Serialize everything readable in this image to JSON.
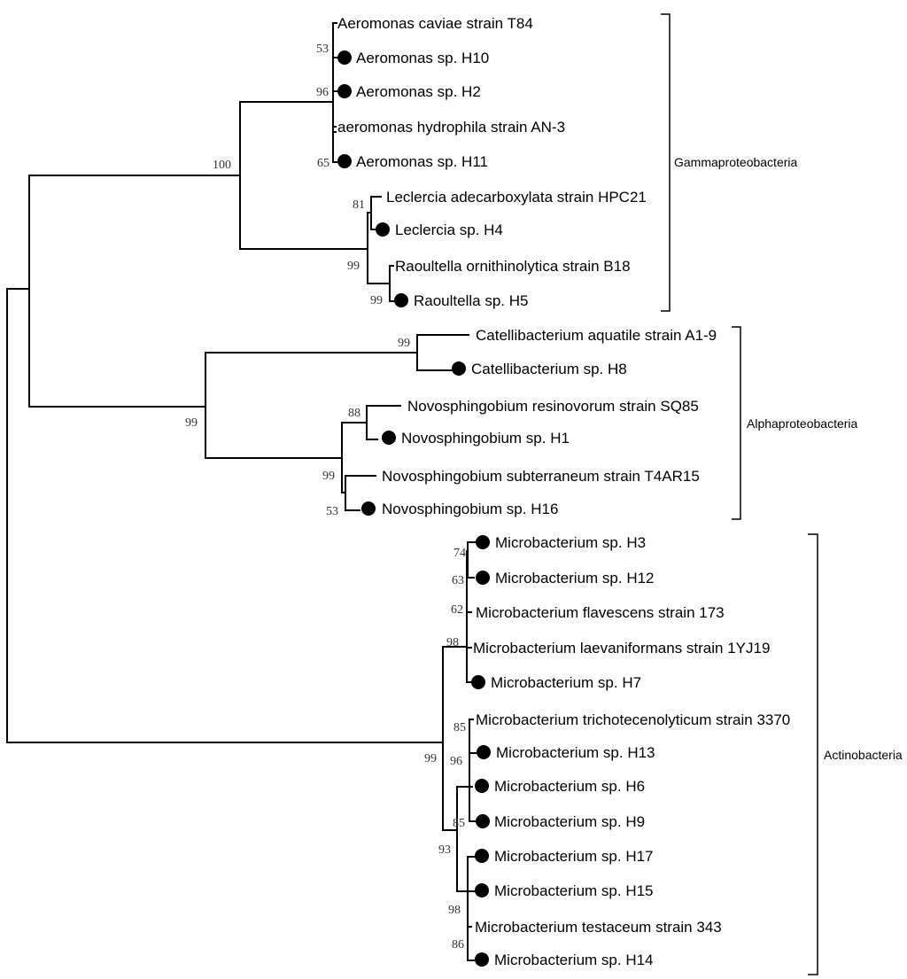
{
  "leaves": [
    {
      "id": "L1",
      "label": "Aeromonas caviae strain T84",
      "isolate": false
    },
    {
      "id": "L2",
      "label": "Aeromonas sp. H10",
      "isolate": true
    },
    {
      "id": "L3",
      "label": "Aeromonas sp. H2",
      "isolate": true
    },
    {
      "id": "L4",
      "label": "aeromonas hydrophila strain AN-3",
      "isolate": false
    },
    {
      "id": "L5",
      "label": "Aeromonas sp. H11",
      "isolate": true
    },
    {
      "id": "L6",
      "label": "Leclercia adecarboxylata strain HPC21",
      "isolate": false
    },
    {
      "id": "L7",
      "label": "Leclercia sp. H4",
      "isolate": true
    },
    {
      "id": "L8",
      "label": "Raoultella ornithinolytica strain B18",
      "isolate": false
    },
    {
      "id": "L9",
      "label": "Raoultella sp. H5",
      "isolate": true
    },
    {
      "id": "L10",
      "label": "Catellibacterium aquatile strain A1-9",
      "isolate": false
    },
    {
      "id": "L11",
      "label": "Catellibacterium sp. H8",
      "isolate": true
    },
    {
      "id": "L12",
      "label": "Novosphingobium resinovorum strain SQ85",
      "isolate": false
    },
    {
      "id": "L13",
      "label": "Novosphingobium sp. H1",
      "isolate": true
    },
    {
      "id": "L14",
      "label": "Novosphingobium subterraneum strain T4AR15",
      "isolate": false
    },
    {
      "id": "L15",
      "label": "Novosphingobium sp. H16",
      "isolate": true
    },
    {
      "id": "L16",
      "label": "Microbacterium sp. H3",
      "isolate": true
    },
    {
      "id": "L17",
      "label": "Microbacterium sp. H12",
      "isolate": true
    },
    {
      "id": "L18",
      "label": "Microbacterium flavescens strain 173",
      "isolate": false
    },
    {
      "id": "L19",
      "label": "Microbacterium laevaniformans strain 1YJ19",
      "isolate": false
    },
    {
      "id": "L20",
      "label": "Microbacterium sp. H7",
      "isolate": true
    },
    {
      "id": "L21",
      "label": "Microbacterium trichotecenolyticum strain 3370",
      "isolate": false
    },
    {
      "id": "L22",
      "label": "Microbacterium sp. H13",
      "isolate": true
    },
    {
      "id": "L23",
      "label": "Microbacterium sp. H6",
      "isolate": true
    },
    {
      "id": "L24",
      "label": "Microbacterium sp. H9",
      "isolate": true
    },
    {
      "id": "L25",
      "label": "Microbacterium sp. H17",
      "isolate": true
    },
    {
      "id": "L26",
      "label": "Microbacterium sp. H15",
      "isolate": true
    },
    {
      "id": "L27",
      "label": "Microbacterium testaceum strain 343",
      "isolate": false
    },
    {
      "id": "L28",
      "label": "Microbacterium sp. H14",
      "isolate": true
    }
  ],
  "bootstrap_values": [
    "53",
    "96",
    "65",
    "100",
    "81",
    "99",
    "99",
    "99",
    "88",
    "99",
    "99",
    "53",
    "74",
    "63",
    "62",
    "98",
    "85",
    "96",
    "85",
    "93",
    "98",
    "86",
    "99"
  ],
  "clades": [
    {
      "id": "gamma",
      "label": "Gammaproteobacteria"
    },
    {
      "id": "alpha",
      "label": "Alphaproteobacteria"
    },
    {
      "id": "actino",
      "label": "Actinobacteria"
    }
  ]
}
